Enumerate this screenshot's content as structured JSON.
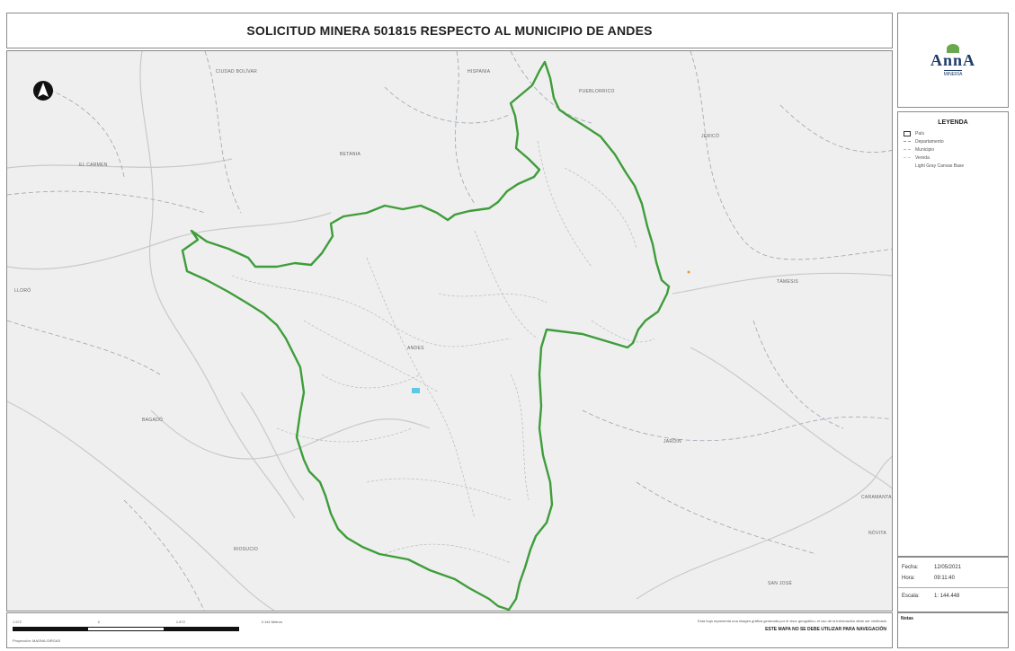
{
  "title": "SOLICITUD MINERA 501815 RESPECTO AL MUNICIPIO DE ANDES",
  "logo": {
    "text": "AnnA",
    "subtext": "MINERÍA"
  },
  "legend": {
    "title": "LEYENDA",
    "items": [
      {
        "label": "País",
        "color": "#333333"
      },
      {
        "label": "Departamento",
        "color": "#999999"
      },
      {
        "label": "Municipio",
        "color": "#bbbbbb"
      },
      {
        "label": "Vereda",
        "color": "#cccccc"
      },
      {
        "label": "Light Gray Canvas Base",
        "color": "#efefef"
      }
    ]
  },
  "meta": {
    "fecha_label": "Fecha:",
    "fecha": "12/05/2021",
    "hora_label": "Hora:",
    "hora": "09:11:40",
    "escala_label": "Escala:",
    "escala": "1: 144.448"
  },
  "notes_label": "Notas",
  "footer": {
    "scale_ticks": [
      "1.572",
      "0",
      "1.572",
      "3.144 Metros"
    ],
    "projection": "Proyección: MAGNA-SIRGAS",
    "disclaimer": "ESTE MAPA NO SE DEBE UTILIZAR PARA NAVEGACIÓN",
    "disclaimer_small": "Esta hoja representa una imagen gráfica generada por el visor geográfico; el uso de la información debe ser verificado"
  },
  "map": {
    "north_icon": "north-arrow-icon",
    "boundary_color": "#3e9d3a",
    "labels": [
      "CIUDAD BOLÍVAR",
      "HISPANIA",
      "PUEBLORRICO",
      "JERICÓ",
      "EL CARMEN",
      "BETANIA",
      "LLORÓ",
      "ANDES",
      "TÁMESIS",
      "BAGADÓ",
      "JARDÍN",
      "CARAMANTA",
      "NÓVITA",
      "RIOSUCIO",
      "SAN JOSÉ"
    ]
  }
}
